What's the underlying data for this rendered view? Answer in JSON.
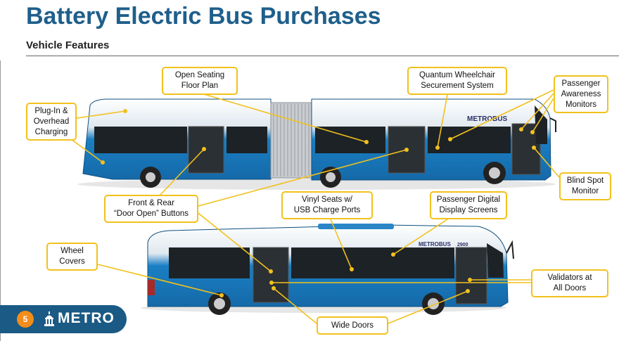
{
  "header": {
    "title": "Battery Electric Bus Purchases",
    "subtitle": "Vehicle Features"
  },
  "bus_livery": {
    "brand_text": "METROBUS",
    "fleet_number": "2900"
  },
  "callouts": {
    "plugin": "Plug-In &\nOverhead\nCharging",
    "open_seating": "Open Seating\nFloor Plan",
    "quantum": "Quantum Wheelchair\nSecurement System",
    "awareness": "Passenger\nAwareness\nMonitors",
    "blind_spot": "Blind Spot\nMonitor",
    "door_open": "Front & Rear\n“Door Open” Buttons",
    "vinyl": "Vinyl Seats w/\nUSB Charge Ports",
    "digital": "Passenger Digital\nDisplay Screens",
    "wheel": "Wheel\nCovers",
    "validators": "Validators at\nAll Doors",
    "wide_doors": "Wide Doors"
  },
  "footer": {
    "page_number": "5",
    "logo_text": "METRO"
  },
  "colors": {
    "title_blue": "#1f5f8b",
    "bus_blue": "#1a7fc3",
    "callout_border": "#f2c11c",
    "footer_blue": "#1a5a85",
    "page_badge": "#f28c1b"
  }
}
